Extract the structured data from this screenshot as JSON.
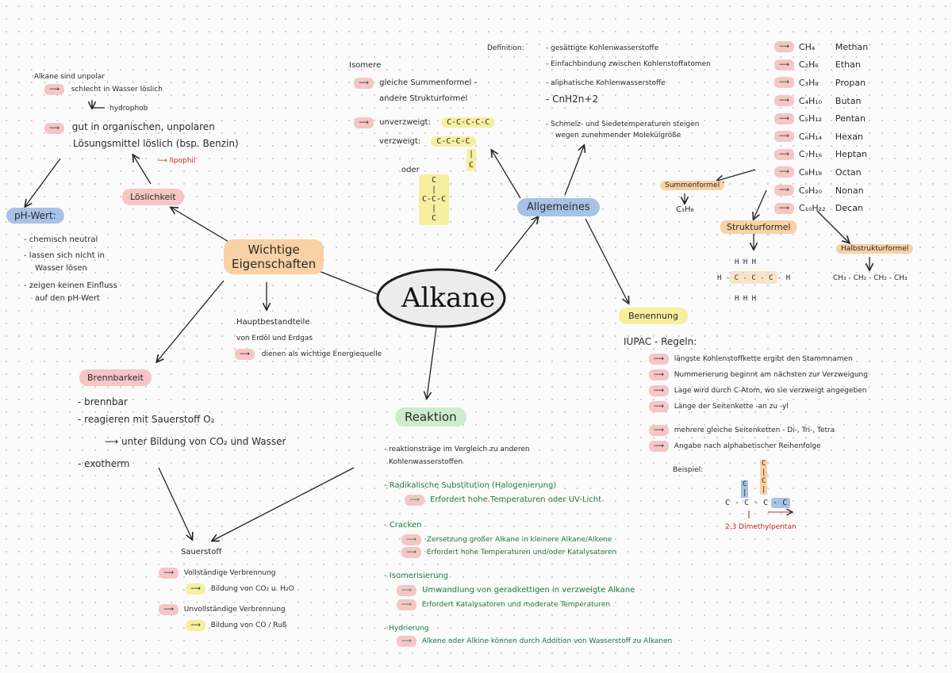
{
  "center": {
    "title": "Alkane"
  },
  "nodes": {
    "wichtige": "Wichtige\nEigenschaften",
    "loeslichkeit": "Löslichkeit",
    "ph_wert": "pH-Wert:",
    "brennbarkeit": "Brennbarkeit",
    "reaktion": "Reaktion",
    "allgemeines": "Allgemeines",
    "benennung": "Benennung",
    "sauerstoff": "Sauerstoff",
    "summenformel": "Summenformel",
    "strukturformel": "Strukturformel",
    "halbstrukturformel": "Halbstrukturformel"
  },
  "loeslichkeit_notes": {
    "line1": "·Alkane sind unpolar",
    "line2": "schlecht in Wasser löslich",
    "line3": "hydrophob",
    "line4": "gut in organischen, unpolaren",
    "line5": "Lösungsmittel löslich (bsp. Benzin)",
    "lipophil": "lipophil"
  },
  "ph_notes": [
    "- chemisch neutral",
    "- lassen sich nicht in",
    "Wasser lösen",
    "- zeigen keinen Einfluss",
    "auf den pH-Wert"
  ],
  "hauptbestandteile": {
    "line1": "Hauptbestandteile",
    "line2": "von Erdöl und Erdgas",
    "line3": "dienen als wichtige Energiequelle"
  },
  "brennbarkeit_notes": {
    "line1": "- brennbar",
    "line2": "- reagieren mit Sauerstoff O₂",
    "line3": "unter Bildung von CO₂ und Wasser",
    "line4": "- exotherm"
  },
  "sauerstoff_notes": {
    "voll": "Vollständige Verbrennung",
    "voll_sub": "Bildung von CO₂ u. H₂O",
    "unvoll": "Unvollständige Verbrennung",
    "unvoll_sub": "Bildung von CO / Ruß"
  },
  "reaktion_notes": {
    "intro1": "- reaktionsträge im Vergleich zu anderen",
    "intro2": "Kohlenwasserstoffen",
    "rad_title": "- Radikalische Substitution (Halogenierung)",
    "rad_1": "Erfordert hohe Temperaturen oder UV-Licht",
    "crack_title": "- Cracken",
    "crack_1": "Zersetzung großer Alkane in kleinere Alkane/Alkene",
    "crack_2": "Erfordert hohe Temperaturen und/oder Katalysatoren",
    "iso_title": "- Isomerisierung",
    "iso_1": "Umwandlung von geradkettigen in verzweigte Alkane",
    "iso_2": "Erfordert Katalysatoren und moderate Temperaturen",
    "hyd_title": "- Hydrierung",
    "hyd_1": "Alkene oder Alkine können durch Addition von Wasserstoff zu Alkanen"
  },
  "isomere": {
    "title": "Isomere",
    "line1": "gleiche Summenformel -",
    "line2": "andere Strukturformel",
    "unverzweigt": "unverzweigt:",
    "unverzweigt_formula": "C-C-C-C-C",
    "verzweigt": "verzweigt:",
    "verzweigt_formula": "C-C-C-C",
    "verzweigt_sub": "C",
    "oder": "oder",
    "branch_top": "C",
    "branch_mid": "C-C-C",
    "branch_bot": "C"
  },
  "definition": {
    "label": "Definition:",
    "items": [
      "- gesättigte Kohlenwasserstoffe",
      "- Einfachbindung zwischen Kohlenstoffatomen",
      "- aliphatische Kohlenwasserstoffe",
      "- CnH2n+2"
    ],
    "schmelz1": "- Schmelz- und Siedetemperaturen steigen",
    "schmelz2": "wegen zunehmender Molekülgröße"
  },
  "alkane_list": [
    {
      "formula": "CH₄",
      "name": "Methan"
    },
    {
      "formula": "C₂H₆",
      "name": "Ethan"
    },
    {
      "formula": "C₃H₈",
      "name": "Propan"
    },
    {
      "formula": "C₄H₁₀",
      "name": "Butan"
    },
    {
      "formula": "C₅H₁₂",
      "name": "Pentan"
    },
    {
      "formula": "C₆H₁₄",
      "name": "Hexan"
    },
    {
      "formula": "C₇H₁₆",
      "name": "Heptan"
    },
    {
      "formula": "C₈H₁₈",
      "name": "Octan"
    },
    {
      "formula": "C₉H₂₀",
      "name": "Nonan"
    },
    {
      "formula": "C₁₀H₂₂",
      "name": "Decan"
    }
  ],
  "formeln": {
    "summen_example": "C₃H₈",
    "struktur_h_top": "H   H   H",
    "struktur_row": "H - C - C - C - H",
    "struktur_h_bot": "H   H   H",
    "halb_example": "CH₃ - CH₂ - CH₂ - CH₃"
  },
  "benennung_notes": {
    "iupac": "IUPAC - Regeln:",
    "r1": "längste Kohlenstoffkette ergibt den Stammnamen",
    "r2": "Nummerierung beginnt am nächsten zur Verzweigung",
    "r3": "Lage wird durch C-Atom, wo sie verzweigt angegeben",
    "r4": "Länge der Seitenkette -an zu -yl",
    "r5": "mehrere gleiche Seitenketten - Di-, Tri-, Tetra",
    "r6": "Angabe nach alphabetischer Reihenfolge",
    "beispiel": "Beispiel:",
    "example_name": "2,3 Dimethylpentan",
    "ex_c1": "C",
    "ex_c2": "C",
    "ex_c3": "C",
    "ex_row": "C - C - C - C"
  },
  "colors": {
    "pink": "#f6c6c6",
    "orange": "#f8d1a4",
    "blue": "#a8c2e6",
    "yellow": "#f6efa0",
    "green_bg": "#cdeccc",
    "green_text": "#1f7a45",
    "red_text": "#c62828"
  }
}
